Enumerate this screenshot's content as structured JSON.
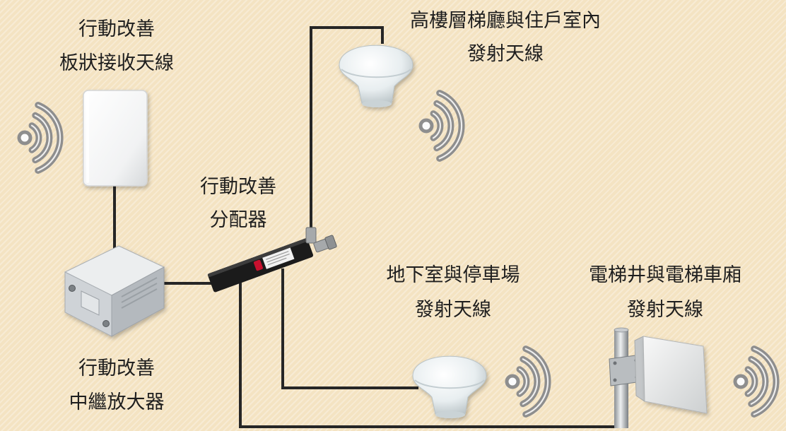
{
  "labels": {
    "receiver_antenna": {
      "line1": "行動改善",
      "line2": "板狀接收天線"
    },
    "amplifier": {
      "line1": "行動改善",
      "line2": "中繼放大器"
    },
    "splitter": {
      "line1": "行動改善",
      "line2": "分配器"
    },
    "upper_floor_antenna": {
      "line1": "高樓層梯廳與住戶室內",
      "line2": "發射天線"
    },
    "basement_antenna": {
      "line1": "地下室與停車場",
      "line2": "發射天線"
    },
    "elevator_antenna": {
      "line1": "電梯井與電梯車廂",
      "line2": "發射天線"
    }
  },
  "icons": {
    "signal": "signal-wave-icon",
    "receiver": "panel-antenna-icon",
    "amplifier": "amplifier-icon",
    "splitter": "splitter-icon",
    "dome": "ceiling-dome-antenna-icon",
    "directional": "directional-panel-antenna-icon"
  },
  "colors": {
    "background": "#f4e3c2",
    "cable": "#262626",
    "wave": "#8e8e8e"
  }
}
